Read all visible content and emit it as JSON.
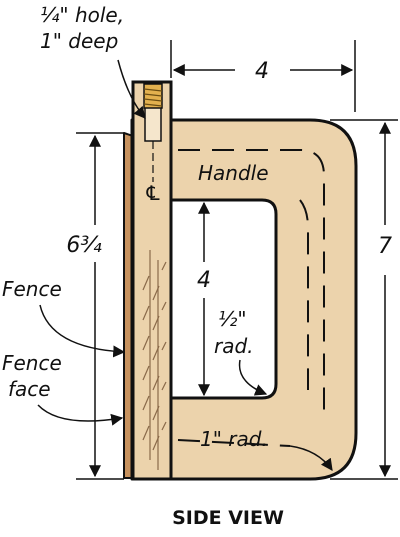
{
  "title": "SIDE VIEW",
  "labels": {
    "hole": "¼\" hole,",
    "hole_depth": "1\" deep",
    "width_dim": "4",
    "handle": "Handle",
    "centerline": "℄",
    "height_left": "6¾",
    "height_right": "7",
    "opening_height": "4",
    "fence": "Fence",
    "fence_face_1": "Fence",
    "fence_face_2": "face",
    "half_rad_1": "½\"",
    "half_rad_2": "rad.",
    "one_rad": "1\" rad."
  },
  "colors": {
    "wood": "#ecd3ac",
    "wood_dark": "#c7925e",
    "brass": "#e2b04e",
    "outline": "#111111"
  }
}
